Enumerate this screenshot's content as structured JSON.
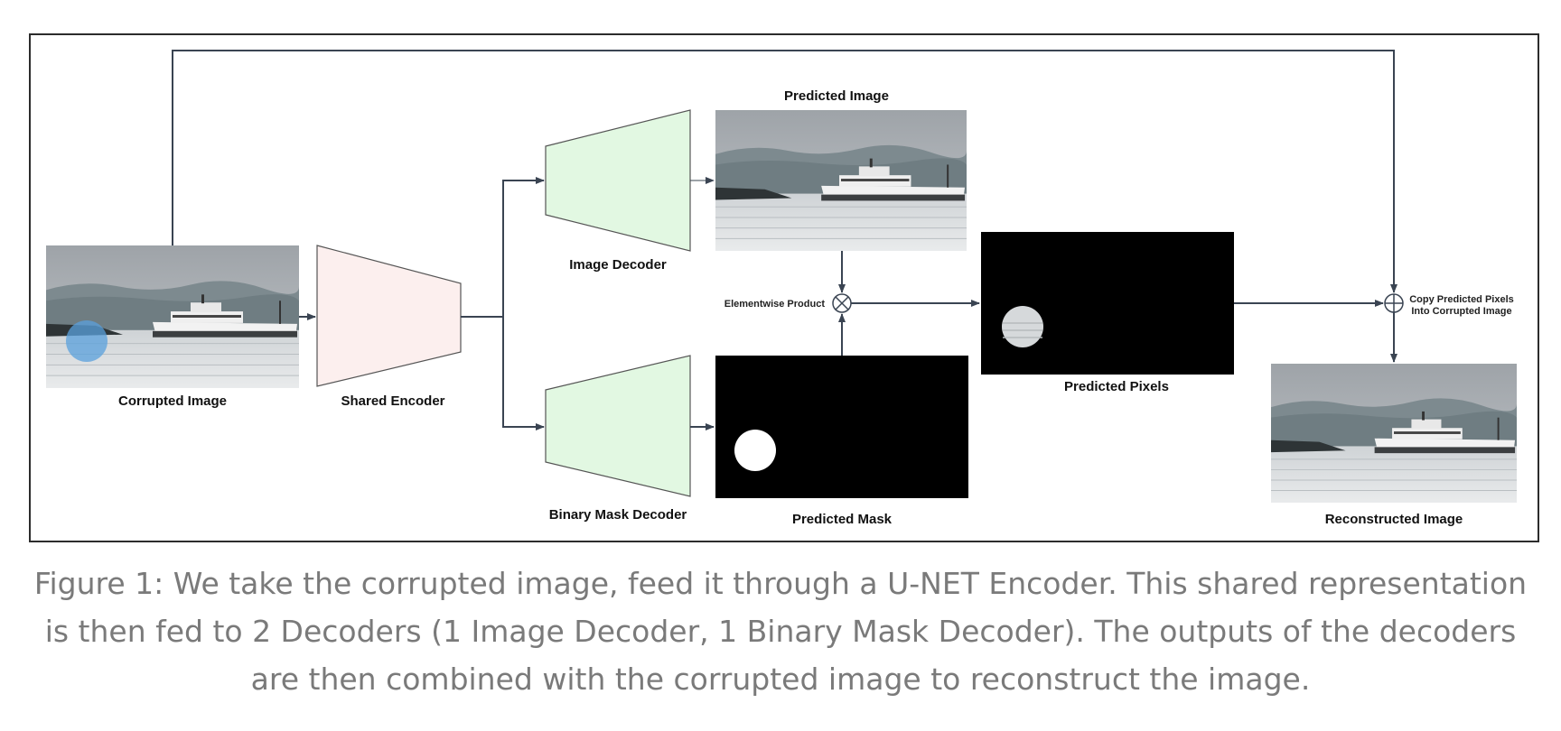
{
  "labels": {
    "corrupted_image": "Corrupted Image",
    "shared_encoder": "Shared Encoder",
    "image_decoder": "Image Decoder",
    "binary_mask_decoder": "Binary Mask Decoder",
    "predicted_image": "Predicted Image",
    "predicted_mask": "Predicted Mask",
    "predicted_pixels": "Predicted Pixels",
    "reconstructed_image": "Reconstructed Image",
    "elementwise_product": "Elementwise Product",
    "copy_line1": "Copy Predicted Pixels",
    "copy_line2": "Into Corrupted Image"
  },
  "caption": "Figure 1: We take the corrupted image, feed it through a U-NET Encoder. This shared representation is then fed to 2 Decoders (1 Image Decoder, 1 Binary Mask Decoder). The outputs of the decoders are then combined with the corrupted image to reconstruct the image.",
  "colors": {
    "encoder_fill": "#fcefee",
    "decoder_fill": "#e2f8e2",
    "arrow": "#3a4452",
    "mask_circle": "#5aa0dc"
  }
}
